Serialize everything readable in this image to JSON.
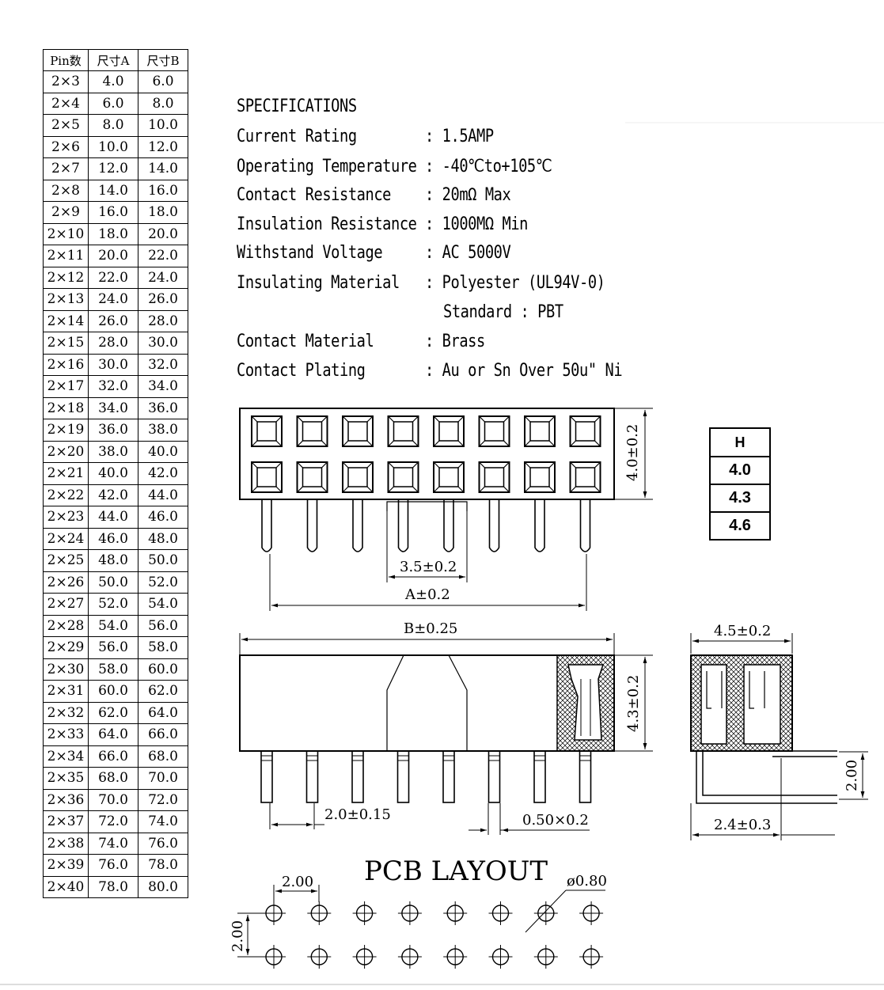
{
  "pin_table": {
    "headers": [
      "Pin数",
      "尺寸A",
      "尺寸B"
    ],
    "rows": [
      [
        "2×3",
        "4.0",
        "6.0"
      ],
      [
        "2×4",
        "6.0",
        "8.0"
      ],
      [
        "2×5",
        "8.0",
        "10.0"
      ],
      [
        "2×6",
        "10.0",
        "12.0"
      ],
      [
        "2×7",
        "12.0",
        "14.0"
      ],
      [
        "2×8",
        "14.0",
        "16.0"
      ],
      [
        "2×9",
        "16.0",
        "18.0"
      ],
      [
        "2×10",
        "18.0",
        "20.0"
      ],
      [
        "2×11",
        "20.0",
        "22.0"
      ],
      [
        "2×12",
        "22.0",
        "24.0"
      ],
      [
        "2×13",
        "24.0",
        "26.0"
      ],
      [
        "2×14",
        "26.0",
        "28.0"
      ],
      [
        "2×15",
        "28.0",
        "30.0"
      ],
      [
        "2×16",
        "30.0",
        "32.0"
      ],
      [
        "2×17",
        "32.0",
        "34.0"
      ],
      [
        "2×18",
        "34.0",
        "36.0"
      ],
      [
        "2×19",
        "36.0",
        "38.0"
      ],
      [
        "2×20",
        "38.0",
        "40.0"
      ],
      [
        "2×21",
        "40.0",
        "42.0"
      ],
      [
        "2×22",
        "42.0",
        "44.0"
      ],
      [
        "2×23",
        "44.0",
        "46.0"
      ],
      [
        "2×24",
        "46.0",
        "48.0"
      ],
      [
        "2×25",
        "48.0",
        "50.0"
      ],
      [
        "2×26",
        "50.0",
        "52.0"
      ],
      [
        "2×27",
        "52.0",
        "54.0"
      ],
      [
        "2×28",
        "54.0",
        "56.0"
      ],
      [
        "2×29",
        "56.0",
        "58.0"
      ],
      [
        "2×30",
        "58.0",
        "60.0"
      ],
      [
        "2×31",
        "60.0",
        "62.0"
      ],
      [
        "2×32",
        "62.0",
        "64.0"
      ],
      [
        "2×33",
        "64.0",
        "66.0"
      ],
      [
        "2×34",
        "66.0",
        "68.0"
      ],
      [
        "2×35",
        "68.0",
        "70.0"
      ],
      [
        "2×36",
        "70.0",
        "72.0"
      ],
      [
        "2×37",
        "72.0",
        "74.0"
      ],
      [
        "2×38",
        "74.0",
        "76.0"
      ],
      [
        "2×39",
        "76.0",
        "78.0"
      ],
      [
        "2×40",
        "78.0",
        "80.0"
      ]
    ]
  },
  "specifications": {
    "title": "SPECIFICATIONS",
    "items": [
      {
        "label": "Current Rating",
        "value": ": 1.5AMP"
      },
      {
        "label": "Operating Temperature",
        "value": ": -40℃to+105℃"
      },
      {
        "label": "Contact Resistance",
        "value": ": 20mΩ Max"
      },
      {
        "label": "Insulation Resistance",
        "value": ": 1000MΩ Min"
      },
      {
        "label": "Withstand Voltage",
        "value": ": AC 5000V"
      },
      {
        "label": "Insulating Material",
        "value": ": Polyester (UL94V-0)"
      },
      {
        "label": "",
        "value": "Standard : PBT"
      },
      {
        "label": "Contact Material",
        "value": ": Brass"
      },
      {
        "label": "Contact Plating",
        "value": ": Au or Sn Over 50u\" Ni"
      }
    ]
  },
  "h_table": {
    "header": "H",
    "values": [
      "4.0",
      "4.3",
      "4.6"
    ]
  },
  "dimensions": {
    "top_height": "4.0±0.2",
    "pin_pitch_pair": "3.5±0.2",
    "a_dim": "A±0.2",
    "b_dim": "B±0.25",
    "side_height": "4.3±0.2",
    "pitch": "2.0±0.15",
    "pin_size": "0.50×0.2",
    "end_width": "4.5±0.2",
    "end_tail": "2.00",
    "end_offset": "2.4±0.3"
  },
  "pcb": {
    "title": "PCB LAYOUT",
    "pitch_x": "2.00",
    "pitch_y": "2.00",
    "hole": "ø0.80",
    "cols": 8,
    "rows": 2
  }
}
